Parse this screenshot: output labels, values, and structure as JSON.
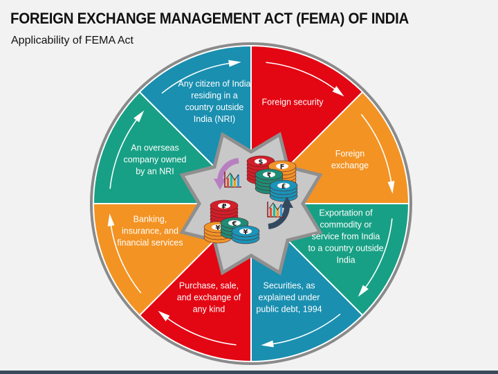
{
  "header": {
    "title": "FOREIGN EXCHANGE MANAGEMENT ACT (FEMA) OF INDIA",
    "subtitle": "Applicability of FEMA Act"
  },
  "colors": {
    "red": "#e30613",
    "orange": "#f39323",
    "teal": "#17a085",
    "blue": "#1a8fb0",
    "star": "#c8c8c8",
    "ring": "#8a8a8a"
  },
  "segments": [
    {
      "label": "Foreign security",
      "color": "red"
    },
    {
      "label": "Foreign exchange",
      "color": "orange"
    },
    {
      "label": "Exportation of commodity or service from India to a country outside India",
      "color": "teal"
    },
    {
      "label": "Securities, as explained under public debt, 1994",
      "color": "blue"
    },
    {
      "label": "Purchase, sale, and exchange of any kind",
      "color": "red"
    },
    {
      "label": "Banking, insurance, and financial services",
      "color": "orange"
    },
    {
      "label": "An overseas company owned by an NRI",
      "color": "teal"
    },
    {
      "label": "Any citizen of India residing in a country outside India (NRI)",
      "color": "blue"
    }
  ],
  "coins": {
    "top": [
      "$",
      "₹",
      "F",
      "£"
    ],
    "bottom": [
      "₽",
      "¥",
      "€",
      "¥"
    ]
  }
}
